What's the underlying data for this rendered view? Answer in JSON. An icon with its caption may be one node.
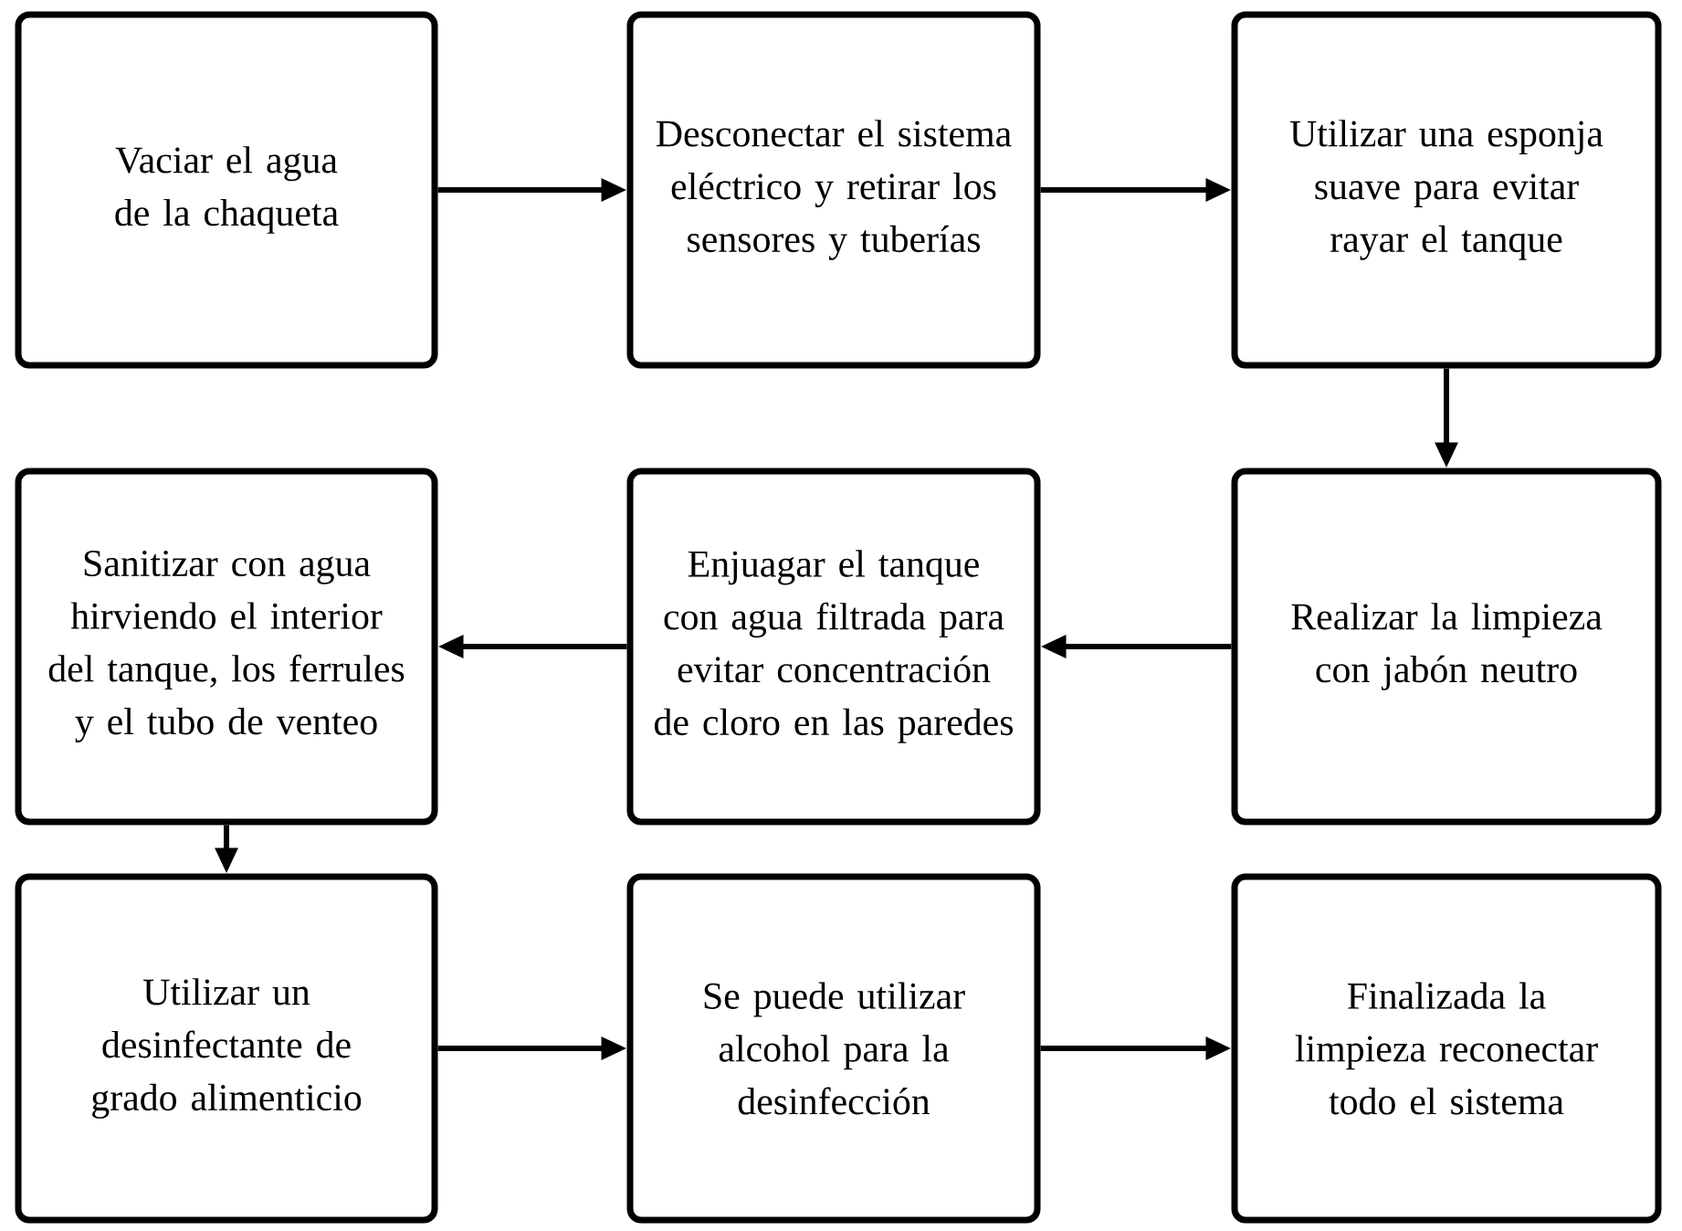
{
  "diagram": {
    "nodes": [
      {
        "text": [
          "Vaciar el agua de la chaqueta"
        ]
      },
      {
        "text": [
          "Desconectar el sistema eléctrico y retirar los sensores y tuberías"
        ]
      },
      {
        "text": [
          "Utilizar una esponja suave para evitar rayar el tanque"
        ]
      },
      {
        "text": [
          "Realizar la limpieza con jabón neutro"
        ]
      },
      {
        "text": [
          "Enjuagar el tanque con agua filtrada para evitar concentración de cloro en las paredes"
        ]
      },
      {
        "text": [
          "Sanitizar con agua hirviendo el interior del tanque, los ferrules y el tubo de venteo"
        ]
      },
      {
        "text": [
          "Utilizar un desinfectante de grado alimenticio"
        ]
      },
      {
        "text": [
          "Se puede utilizar alcohol para la desinfección"
        ]
      },
      {
        "text": [
          "Finalizada la limpieza reconectar todo el sistema"
        ]
      }
    ],
    "edges": [
      {
        "from": 0,
        "to": 1,
        "arrow": "to"
      },
      {
        "from": 1,
        "to": 2,
        "arrow": "to"
      },
      {
        "from": 2,
        "to": 3,
        "arrow": "to"
      },
      {
        "from": 3,
        "to": 4,
        "arrow": "to"
      },
      {
        "from": 4,
        "to": 5,
        "arrow": "to"
      },
      {
        "from": 5,
        "to": 6,
        "arrow": "to"
      },
      {
        "from": 6,
        "to": 7,
        "arrow": "to"
      },
      {
        "from": 7,
        "to": 8,
        "arrow": "to"
      }
    ]
  }
}
